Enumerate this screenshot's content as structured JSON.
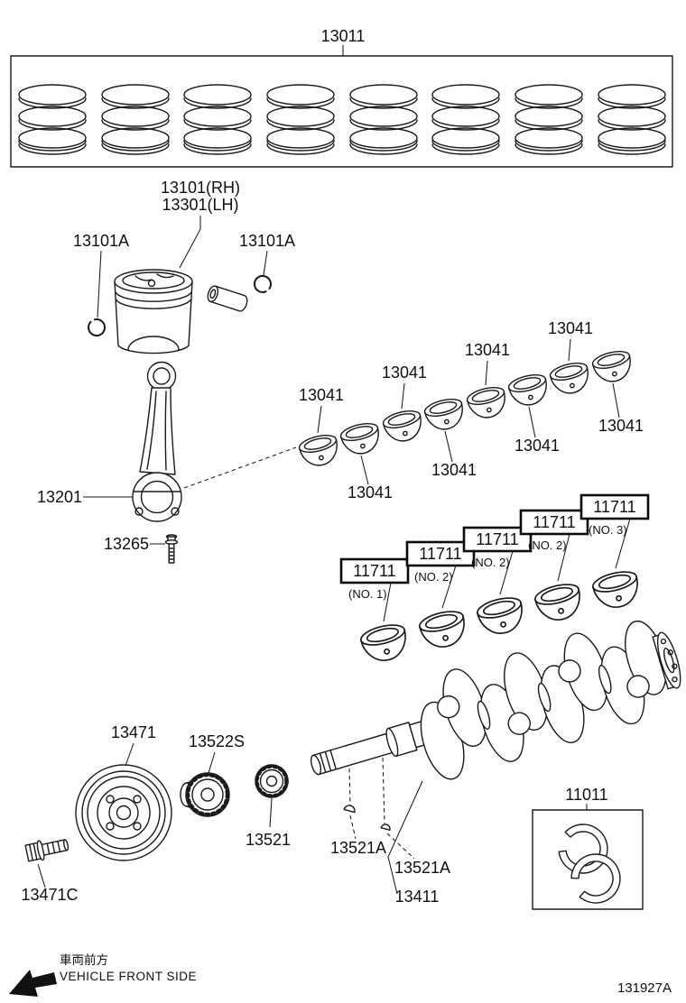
{
  "doc": {
    "drawing_code": "131927A",
    "footer_front_jp": "車両前方",
    "footer_front_en": "VEHICLE FRONT SIDE"
  },
  "parts": {
    "piston_rings": {
      "label": "13011"
    },
    "piston": {
      "label_rh": "13101(RH)",
      "label_lh": "13301(LH)"
    },
    "piston_pin_left": {
      "label": "13101A"
    },
    "piston_pin_right": {
      "label": "13101A"
    },
    "connecting_rod": {
      "label": "13201"
    },
    "rod_bolt": {
      "label": "13265"
    },
    "rod_bearings": {
      "labels": [
        "13041",
        "13041",
        "13041",
        "13041",
        "13041",
        "13041",
        "13041",
        "13041"
      ]
    },
    "main_bearings": {
      "items": [
        {
          "part": "11711",
          "no": "(NO. 1)"
        },
        {
          "part": "11711",
          "no": "(NO. 2)"
        },
        {
          "part": "11711",
          "no": "(NO. 2)"
        },
        {
          "part": "11711",
          "no": "(NO. 2)"
        },
        {
          "part": "11711",
          "no": "(NO. 3)"
        }
      ]
    },
    "pulley": {
      "label": "13471"
    },
    "pulley_bolt": {
      "label": "13471C"
    },
    "timing_gear": {
      "label": "13522S"
    },
    "sensor_rotor": {
      "label": "13521"
    },
    "key_front": {
      "label": "13521A"
    },
    "key_rear": {
      "label": "13521A"
    },
    "crankshaft": {
      "label": "13411"
    },
    "thrust_washers": {
      "label": "11011"
    }
  }
}
